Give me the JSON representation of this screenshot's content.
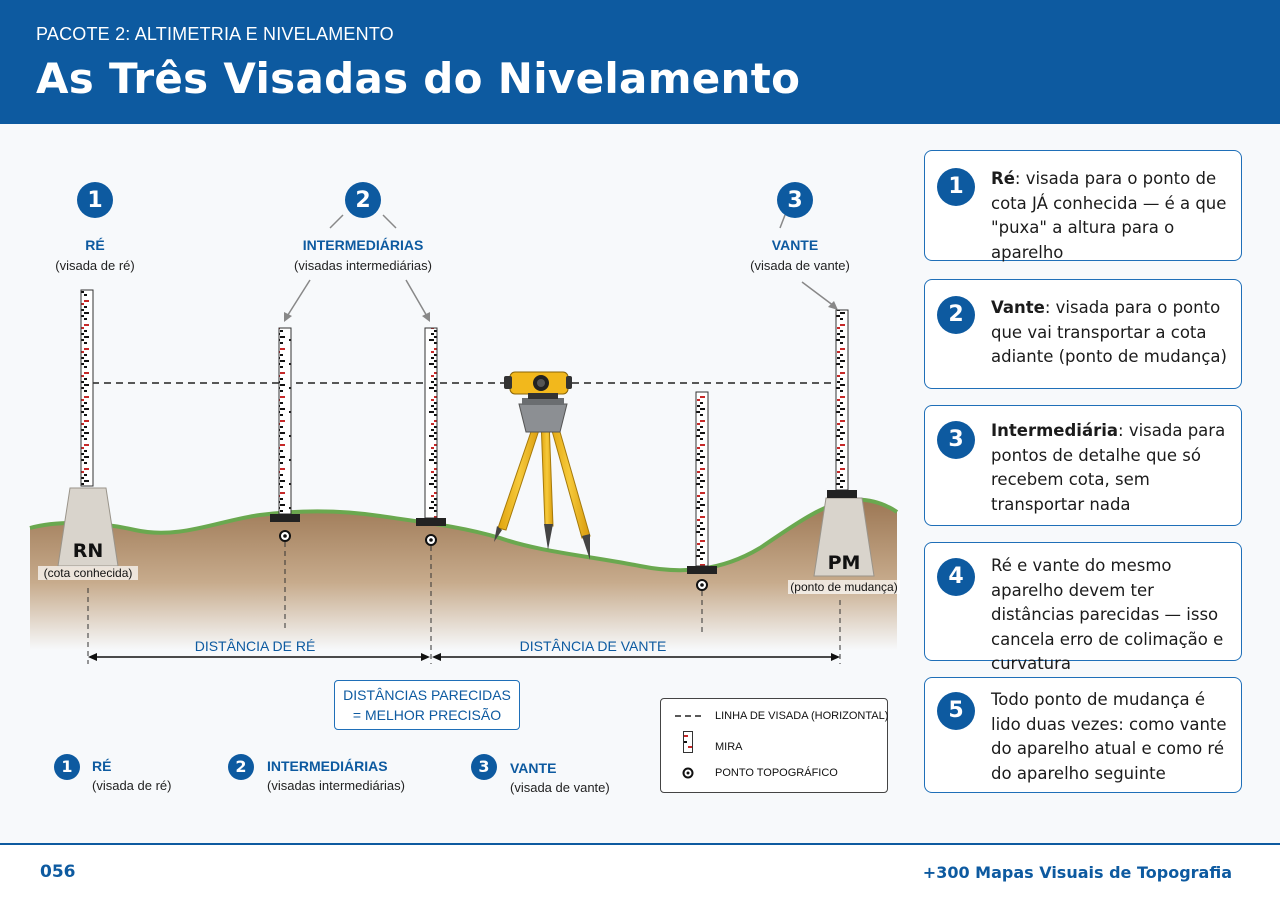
{
  "header": {
    "kicker": "PACOTE 2: ALTIMETRIA E NIVELAMENTO",
    "title": "As Três Visadas do Nivelamento"
  },
  "diagram": {
    "callouts": [
      {
        "num": "1",
        "title": "RÉ",
        "subtitle": "(visada de ré)"
      },
      {
        "num": "2",
        "title": "INTERMEDIÁRIAS",
        "subtitle": "(visadas intermediárias)"
      },
      {
        "num": "3",
        "title": "VANTE",
        "subtitle": "(visada de vante)"
      }
    ],
    "rn": {
      "label": "RN",
      "sub": "(cota conhecida)"
    },
    "pm": {
      "label": "PM",
      "sub": "(ponto de mudança)"
    },
    "dist_re": "DISTÂNCIA DE RÉ",
    "dist_vante": "DISTÂNCIA DE VANTE",
    "precision": {
      "line1": "DISTÂNCIAS PARECIDAS",
      "line2": "= MELHOR PRECISÃO"
    },
    "legend": {
      "line": "LINHA DE VISADA (HORIZONTAL)",
      "mira": "MIRA",
      "point": "PONTO TOPOGRÁFICO"
    },
    "colors": {
      "brand": "#0d5aa0",
      "soil": "#a37d5a",
      "grass": "#6aa84f",
      "instrument": "#f2b81c"
    }
  },
  "bottom_legend": [
    {
      "num": "1",
      "title": "RÉ",
      "subtitle": "(visada de ré)"
    },
    {
      "num": "2",
      "title": "INTERMEDIÁRIAS",
      "subtitle": "(visadas intermediárias)"
    },
    {
      "num": "3",
      "title": "VANTE",
      "subtitle": "(visada de vante)"
    }
  ],
  "cards": [
    {
      "num": "1",
      "bold": "Ré",
      "text": ": visada para o ponto de cota JÁ conhecida — é a que \"puxa\" a altura para o aparelho"
    },
    {
      "num": "2",
      "bold": "Vante",
      "text": ": visada para o ponto que vai transportar a cota adiante (ponto de mudança)"
    },
    {
      "num": "3",
      "bold": "Intermediária",
      "text": ": visada para pontos de detalhe que só recebem cota, sem transportar nada"
    },
    {
      "num": "4",
      "bold": "",
      "text": "Ré e vante do mesmo aparelho devem ter distâncias parecidas — isso cancela erro de colimação e curvatura"
    },
    {
      "num": "5",
      "bold": "",
      "text": "Todo ponto de mudança é lido duas vezes: como vante do aparelho atual e como ré do aparelho seguinte"
    }
  ],
  "footer": {
    "page": "056",
    "brand": "+300 Mapas Visuais de Topografia"
  }
}
